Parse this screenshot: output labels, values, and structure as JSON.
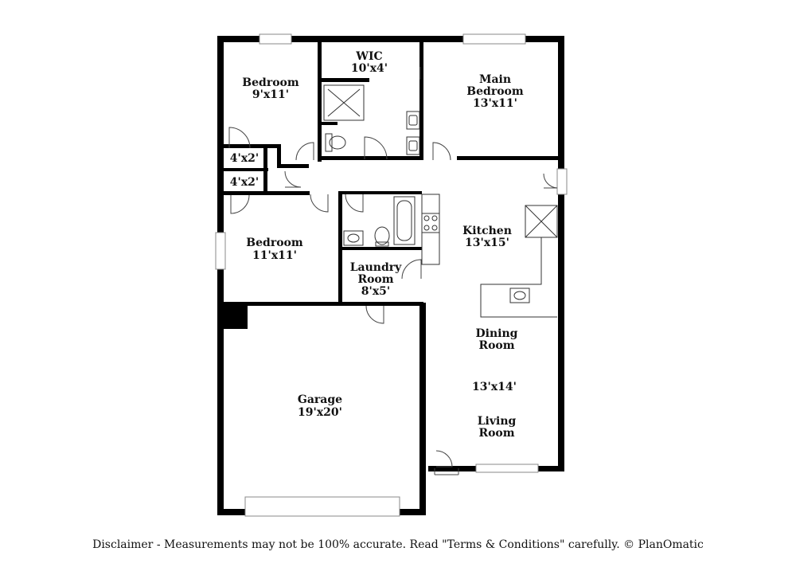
{
  "rooms": {
    "bedroom_nw": {
      "name": "Bedroom",
      "size": "9'x11'"
    },
    "wic": {
      "name": "WIC",
      "size": "10'x4'"
    },
    "main_bedroom": {
      "name1": "Main",
      "name2": "Bedroom",
      "size": "13'x11'"
    },
    "closet_a": {
      "size": "4'x2'"
    },
    "closet_b": {
      "size": "4'x2'"
    },
    "bedroom_w": {
      "name": "Bedroom",
      "size": "11'x11'"
    },
    "kitchen": {
      "name": "Kitchen",
      "size": "13'x15'"
    },
    "laundry": {
      "name1": "Laundry",
      "name2": "Room",
      "size": "8'x5'"
    },
    "dining": {
      "name1": "Dining",
      "name2": "Room"
    },
    "living": {
      "size": "13'x14'",
      "name1": "Living",
      "name2": "Room"
    },
    "garage": {
      "name": "Garage",
      "size": "19'x20'"
    }
  },
  "disclaimer": "Disclaimer - Measurements may not be 100% accurate. Read \"Terms & Conditions\" carefully. © PlanOmatic"
}
